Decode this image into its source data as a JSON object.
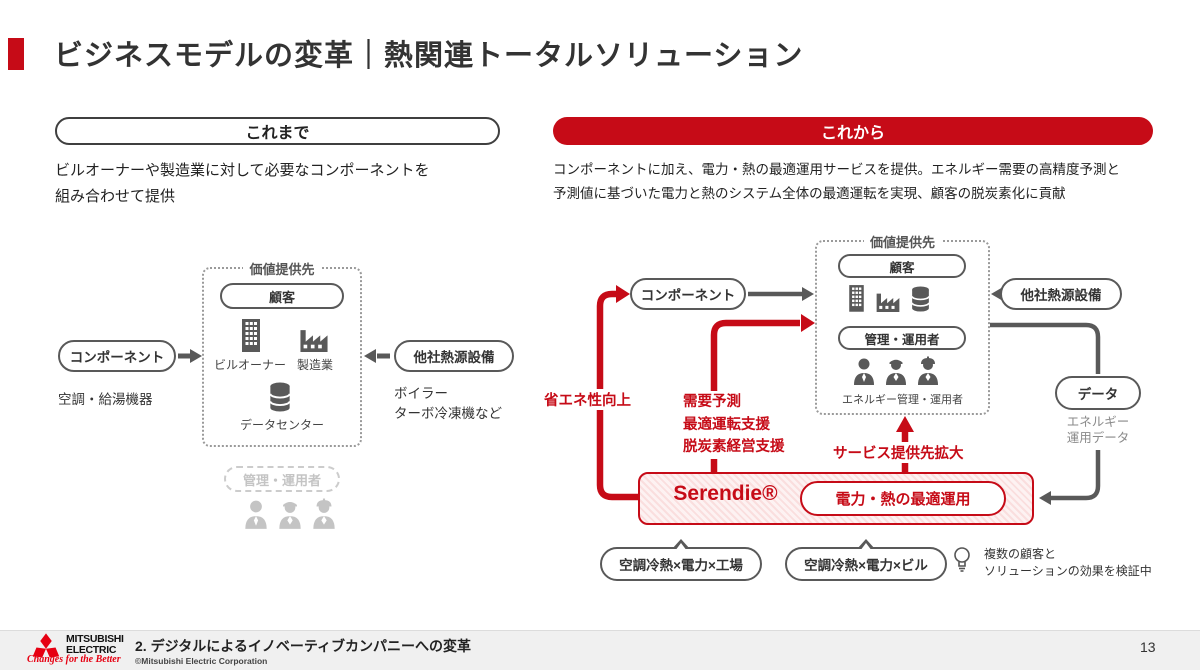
{
  "slide": {
    "title": "ビジネスモデルの変革｜熱関連トータルソリューション",
    "page_number": "13"
  },
  "colors": {
    "brand_red": "#c60b17",
    "logo_red": "#e60012",
    "diagram_gray": "#595959",
    "serendie_pink": "#fadede",
    "footer_gray": "#f0f0f0"
  },
  "before": {
    "header": "これまで",
    "description_line1": "ビルオーナーや製造業に対して必要なコンポーネントを",
    "description_line2": "組み合わせて提供",
    "diagram": {
      "value_box_label": "価値提供先",
      "customer_pill": "顧客",
      "building_label": "ビルオーナー",
      "factory_label": "製造業",
      "datacenter_label": "データセンター",
      "component_pill": "コンポーネント",
      "component_note": "空調・給湯機器",
      "external_pill": "他社熱源設備",
      "external_note_line1": "ボイラー",
      "external_note_line2": "ターボ冷凍機など",
      "manager_pill": "管理・運用者"
    }
  },
  "after": {
    "header": "これから",
    "description_line1": "コンポーネントに加え、電力・熱の最適運用サービスを提供。エネルギー需要の高精度予測と",
    "description_line2": "予測値に基づいた電力と熱のシステム全体の最適運転を実現、顧客の脱炭素化に貢献",
    "diagram": {
      "value_box_label": "価値提供先",
      "customer_pill": "顧客",
      "manager_pill": "管理・運用者",
      "manager_note": "エネルギー管理・運用者",
      "component_pill": "コンポーネント",
      "external_pill": "他社熱源設備",
      "data_pill": "データ",
      "data_note_line1": "エネルギー",
      "data_note_line2": "運用データ",
      "energy_saving_label": "省エネ性向上",
      "support_labels": [
        "需要予測",
        "最適運転支援",
        "脱炭素経営支援"
      ],
      "service_expand_label": "サービス提供先拡大",
      "serendie_label": "Serendie®",
      "optimal_pill": "電力・熱の最適運用",
      "case_pill_factory": "空調冷熱×電力×工場",
      "case_pill_building": "空調冷熱×電力×ビル",
      "verify_note_line1": "複数の顧客と",
      "verify_note_line2": "ソリューションの効果を検証中"
    }
  },
  "footer": {
    "logo_line1": "MITSUBISHI",
    "logo_line2": "ELECTRIC",
    "tagline": "Changes for the Better",
    "section": "2. デジタルによるイノベーティブカンパニーへの変革",
    "copyright": "©Mitsubishi Electric Corporation",
    "page": "13"
  }
}
